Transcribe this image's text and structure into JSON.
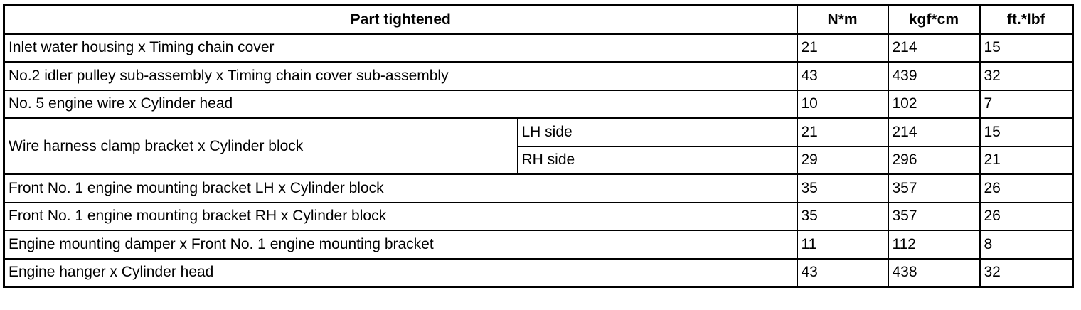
{
  "table": {
    "headers": {
      "part": "Part tightened",
      "nm": "N*m",
      "kgfcm": "kgf*cm",
      "ftlbf": "ft.*lbf"
    },
    "rows": [
      {
        "part": "Inlet water housing x Timing chain cover",
        "nm": "21",
        "kgfcm": "214",
        "ftlbf": "15"
      },
      {
        "part": "No.2 idler pulley sub-assembly x Timing chain cover sub-assembly",
        "nm": "43",
        "kgfcm": "439",
        "ftlbf": "32"
      },
      {
        "part": "No. 5 engine wire x Cylinder head",
        "nm": "10",
        "kgfcm": "102",
        "ftlbf": "7"
      },
      {
        "part": "Wire harness clamp bracket x Cylinder block",
        "sub": [
          {
            "side": "LH side",
            "nm": "21",
            "kgfcm": "214",
            "ftlbf": "15"
          },
          {
            "side": "RH side",
            "nm": "29",
            "kgfcm": "296",
            "ftlbf": "21"
          }
        ]
      },
      {
        "part": "Front No. 1 engine mounting bracket LH x Cylinder block",
        "nm": "35",
        "kgfcm": "357",
        "ftlbf": "26"
      },
      {
        "part": "Front No. 1 engine mounting bracket RH x Cylinder block",
        "nm": "35",
        "kgfcm": "357",
        "ftlbf": "26"
      },
      {
        "part": "Engine mounting damper x Front No. 1 engine mounting bracket",
        "nm": "11",
        "kgfcm": "112",
        "ftlbf": "8"
      },
      {
        "part": "Engine hanger x Cylinder head",
        "nm": "43",
        "kgfcm": "438",
        "ftlbf": "32"
      }
    ]
  }
}
